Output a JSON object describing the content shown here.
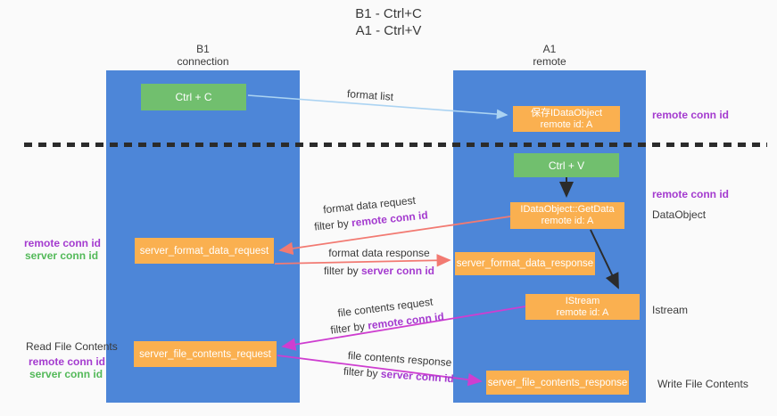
{
  "title": {
    "line1": "B1 - Ctrl+C",
    "line2": "A1 - Ctrl+V"
  },
  "columns": {
    "b1": {
      "name": "B1",
      "subtitle": "connection"
    },
    "a1": {
      "name": "A1",
      "subtitle": "remote"
    }
  },
  "boxes": {
    "ctrl_c": "Ctrl + C",
    "ctrl_v": "Ctrl + V",
    "save_idataobject": {
      "line1": "保存IDataObject",
      "line2": "remote id: A"
    },
    "getdata": {
      "line1": "IDataObject::GetData",
      "line2": "remote id: A"
    },
    "istream": {
      "line1": "IStream",
      "line2": "remote id: A"
    },
    "server_format_data_request": "server_format_data_request",
    "server_format_data_response": "server_format_data_response",
    "server_file_contents_request": "server_file_contents_request",
    "server_file_contents_response": "server_file_contents_response"
  },
  "arrow_labels": {
    "format_list": "format list",
    "format_data_request": {
      "title": "format data request",
      "filter_prefix": "filter by ",
      "filter_key": "remote conn id"
    },
    "format_data_response": {
      "title": "format data response",
      "filter_prefix": "filter by ",
      "filter_key": "server conn id"
    },
    "file_contents_request": {
      "title": "file contents request",
      "filter_prefix": "filter by ",
      "filter_key": "remote conn id"
    },
    "file_contents_response": {
      "title": "file contents response",
      "filter_prefix": "filter by ",
      "filter_key": "server conn id"
    }
  },
  "side_labels": {
    "right": {
      "remote_conn_id_top": "remote conn id",
      "remote_conn_id_mid": "remote conn id",
      "dataobject": "DataObject",
      "istream": "Istream",
      "write_file_contents": "Write File Contents"
    },
    "left": {
      "format_remote": "remote conn id",
      "format_server": "server conn id",
      "read_file_contents": "Read File Contents",
      "file_remote": "remote conn id",
      "file_server": "server conn id"
    }
  },
  "colors": {
    "lifeline_blue": "#4d86d8",
    "box_green": "#71bf6e",
    "box_orange": "#fab050",
    "arrow_light_blue": "#abd3f2",
    "arrow_salmon": "#f27a72",
    "arrow_magenta": "#ce3ed0",
    "arrow_black": "#2b2b2b",
    "text_purple": "#a43bcf",
    "text_green": "#53b959",
    "text_dark": "#3a3a3a",
    "background": "#fafafa"
  }
}
